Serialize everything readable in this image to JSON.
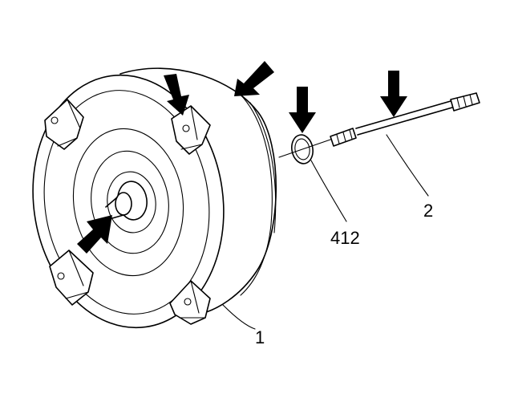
{
  "callouts": {
    "converter": "1",
    "tool": "2",
    "seal": "412"
  }
}
